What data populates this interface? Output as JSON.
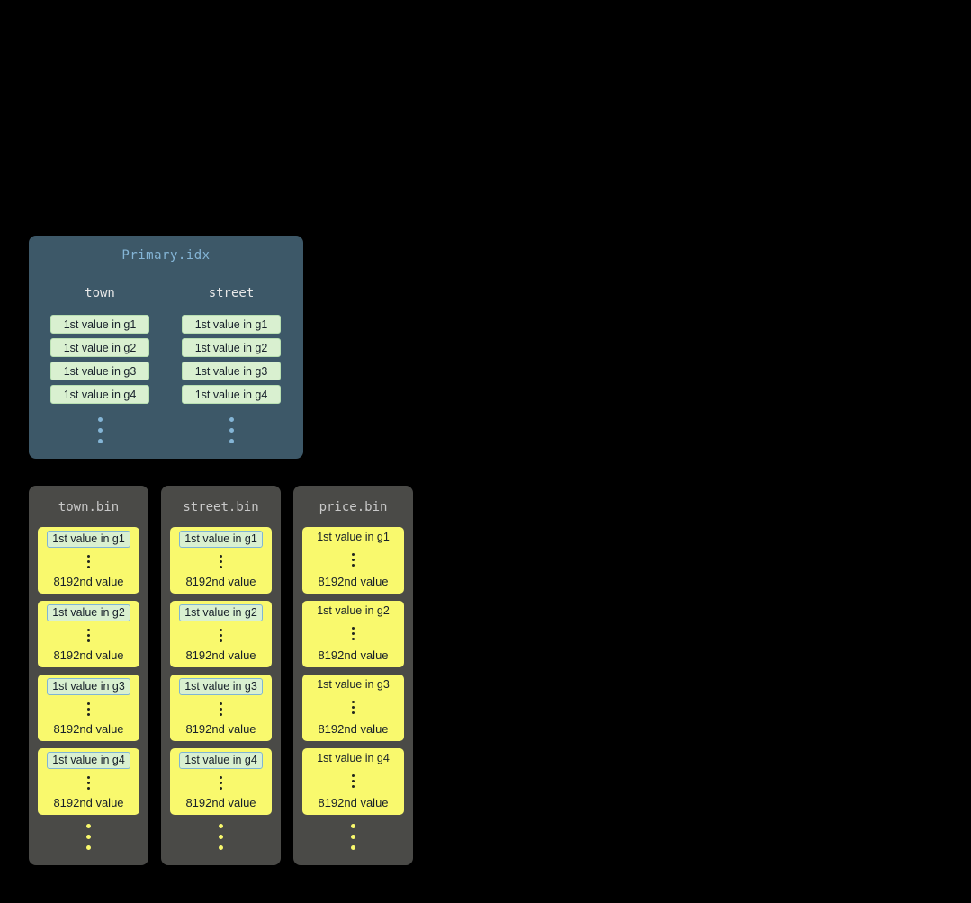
{
  "colors": {
    "background": "#000000",
    "primary_panel": "#3d5868",
    "primary_title": "#84b5d6",
    "column_header_text": "#e8e8e8",
    "green_cell_fill": "#d9f0d0",
    "green_cell_border": "#b9e0b2",
    "highlight_border": "#7fb5d5",
    "dark_text": "#17202a",
    "bin_panel": "#4a4a47",
    "bin_title_text": "#c9c9c9",
    "granule_yellow": "#f9f96d",
    "blue_dot": "#84b5d6",
    "yellow_dot": "#f9f96d"
  },
  "primary_index": {
    "title": "Primary.idx",
    "columns": [
      {
        "header": "town",
        "cells": [
          "1st value in g1",
          "1st value in g2",
          "1st value in g3",
          "1st value in g4"
        ]
      },
      {
        "header": "street",
        "cells": [
          "1st value in g1",
          "1st value in g2",
          "1st value in g3",
          "1st value in g4"
        ]
      }
    ]
  },
  "bin_files": [
    {
      "title": "town.bin",
      "granules": [
        {
          "first": "1st value in g1",
          "last": "8192nd value"
        },
        {
          "first": "1st value in g2",
          "last": "8192nd value"
        },
        {
          "first": "1st value in g3",
          "last": "8192nd value"
        },
        {
          "first": "1st value in g4",
          "last": "8192nd value"
        }
      ]
    },
    {
      "title": "street.bin",
      "granules": [
        {
          "first": "1st value in g1",
          "last": "8192nd value"
        },
        {
          "first": "1st value in g2",
          "last": "8192nd value"
        },
        {
          "first": "1st value in g3",
          "last": "8192nd value"
        },
        {
          "first": "1st value in g4",
          "last": "8192nd value"
        }
      ]
    },
    {
      "title": "price.bin",
      "granules": [
        {
          "first": "1st value in g1",
          "last": "8192nd value"
        },
        {
          "first": "1st value in g2",
          "last": "8192nd value"
        },
        {
          "first": "1st value in g3",
          "last": "8192nd value"
        },
        {
          "first": "1st value in g4",
          "last": "8192nd value"
        }
      ]
    }
  ]
}
